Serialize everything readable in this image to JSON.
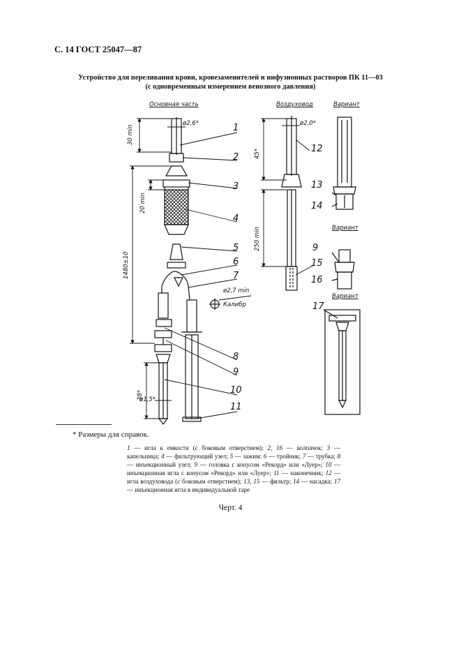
{
  "header": "С. 14 ГОСТ 25047—87",
  "title": {
    "line1": "Устройство для переливания крови, кровезаменителей и инфузионных растворов ПК 11—03",
    "line2": "(с одновременным измерением венозного давления)"
  },
  "sections": {
    "main": "Основная часть",
    "air": "Воздуховод",
    "variant1": "Вариант",
    "variant2": "Вариант",
    "variant3": "Вариант"
  },
  "dimensions": {
    "d1": "30 min",
    "d2": "ø2,6*",
    "d3": "20 min",
    "d4": "1480±10",
    "d5": "ø2,7 min",
    "d6": "Калибр",
    "d7": "38*",
    "d8": "ø1,5*",
    "d9": "45*",
    "d10": "ø2,0*",
    "d11": "250 min"
  },
  "labels": {
    "n1": "1",
    "n2": "2",
    "n3": "3",
    "n4": "4",
    "n5": "5",
    "n6": "6",
    "n7": "7",
    "n8": "8",
    "n9": "9",
    "n10": "10",
    "n11": "11",
    "n12": "12",
    "n13": "13",
    "n14": "14",
    "n15": "15",
    "n16": "16",
    "n9b": "9",
    "n17": "17"
  },
  "footnote": "* Размеры для справок.",
  "legend": {
    "part1_num": "1",
    "part1": " — игла к емкости (с боковым отверстием); ",
    "part2_num": "2, 16",
    "part2": " — колпачок; ",
    "part3_num": "3",
    "part3": " — капельница; ",
    "part4_num": "4",
    "part4": " — фильтрующий узел; ",
    "part5_num": "5",
    "part5": " — зажим; ",
    "part6_num": "6",
    "part6": " — тройник; ",
    "part7_num": "7",
    "part7": " — трубка; ",
    "part8_num": "8",
    "part8": " — инъекционный узел; ",
    "part9_num": "9",
    "part9": " — головка с конусом «Рекорд» или «Луер»; ",
    "part10_num": "10",
    "part10": " — инъекционная игла с конусом «Рекорд» или «Луер»; ",
    "part11_num": "11",
    "part11": " — наконечник; ",
    "part12_num": "12",
    "part12": " — игла воздуховода (с боковым отверстием); ",
    "part13_num": "13, 15",
    "part13": " — фильтр; ",
    "part14_num": "14",
    "part14": " — насадка; ",
    "part17_num": "17",
    "part17": " — инъекционная игла в индивидуальной таре"
  },
  "caption": "Черт. 4"
}
